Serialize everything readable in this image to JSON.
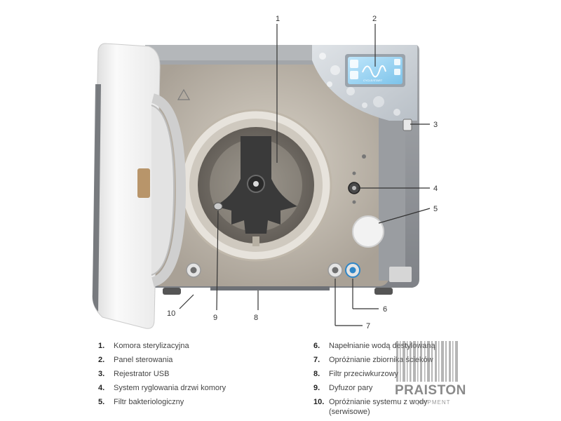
{
  "callouts": [
    "1",
    "2",
    "3",
    "4",
    "5",
    "6",
    "7",
    "8",
    "9",
    "10"
  ],
  "legend_left": [
    {
      "num": "1.",
      "text": "Komora sterylizacyjna"
    },
    {
      "num": "2.",
      "text": "Panel sterowania"
    },
    {
      "num": "3.",
      "text": "Rejestrator USB"
    },
    {
      "num": "4.",
      "text": "System ryglowania drzwi komory"
    },
    {
      "num": "5.",
      "text": "Filtr bakteriologiczny"
    }
  ],
  "legend_right": [
    {
      "num": "6.",
      "text": "Napełnianie wodą destylowaną"
    },
    {
      "num": "7.",
      "text": "Opróżnianie zbiornika ścieków"
    },
    {
      "num": "8.",
      "text": "Filtr przeciwkurzowy"
    },
    {
      "num": "9.",
      "text": "Dyfuzor pary"
    },
    {
      "num": "10.",
      "text": "Opróżnianie systemu z wody (serwisowe)"
    }
  ],
  "screen_label": "CYCLE/START",
  "watermark": {
    "brand": "PRAISTON",
    "sub": "EQUIPMENT"
  },
  "colors": {
    "body": "#8e9196",
    "chamber": "#c9c2b6",
    "door": "#f4f4f4",
    "accent": "#2f86c7"
  }
}
